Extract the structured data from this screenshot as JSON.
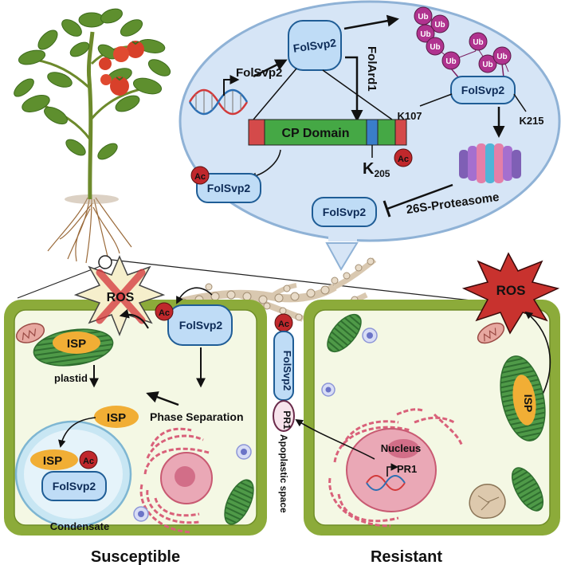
{
  "colors": {
    "cell_wall": "#8cab3a",
    "cytoplasm": "#f4f8e4",
    "pill_fill": "#bfdcf6",
    "pill_stroke": "#1f5d96",
    "isp": "#f1ae35",
    "ac_circle": "#c0282c",
    "ub": "#b0338f",
    "cp_domain": "#45a845",
    "ros": "#c8322e",
    "ellipse_fill": "#d6e5f6",
    "ellipse_stroke": "#8fb2d6"
  },
  "top": {
    "folsvp2_gene": "FolSvp2",
    "folsvp2_protein": "FolSvp2",
    "folard1": "FolArd1",
    "cp_domain": "CP Domain",
    "k205_letter": "K",
    "k205_sub": "205",
    "ac": "Ac",
    "ub": "Ub",
    "k107": "K107",
    "k215": "K215",
    "folsvp2_ub": "FolSvp2",
    "folsvp2_ac": "FolSvp2",
    "folsvp2_free": "FolSvp2",
    "proteasome": "26S-Proteasome"
  },
  "susceptible": {
    "ros": "ROS",
    "ac": "Ac",
    "folsvp2": "FolSvp2",
    "isp_plastid": "ISP",
    "plastid": "plastid",
    "isp": "ISP",
    "phase_separation": "Phase Separation",
    "isp_condensate": "ISP",
    "ac_condensate": "Ac",
    "folsvp2_condensate": "FolSvp2",
    "condensate": "Condensate",
    "title": "Susceptible"
  },
  "apoplast": {
    "ac": "Ac",
    "folsvp2": "FolSvp2",
    "pr1": "PR1",
    "label": "Apoplastic space"
  },
  "resistant": {
    "ros": "ROS",
    "isp": "ISP",
    "nucleus": "Nucleus",
    "pr1": "PR1",
    "title": "Resistant"
  }
}
